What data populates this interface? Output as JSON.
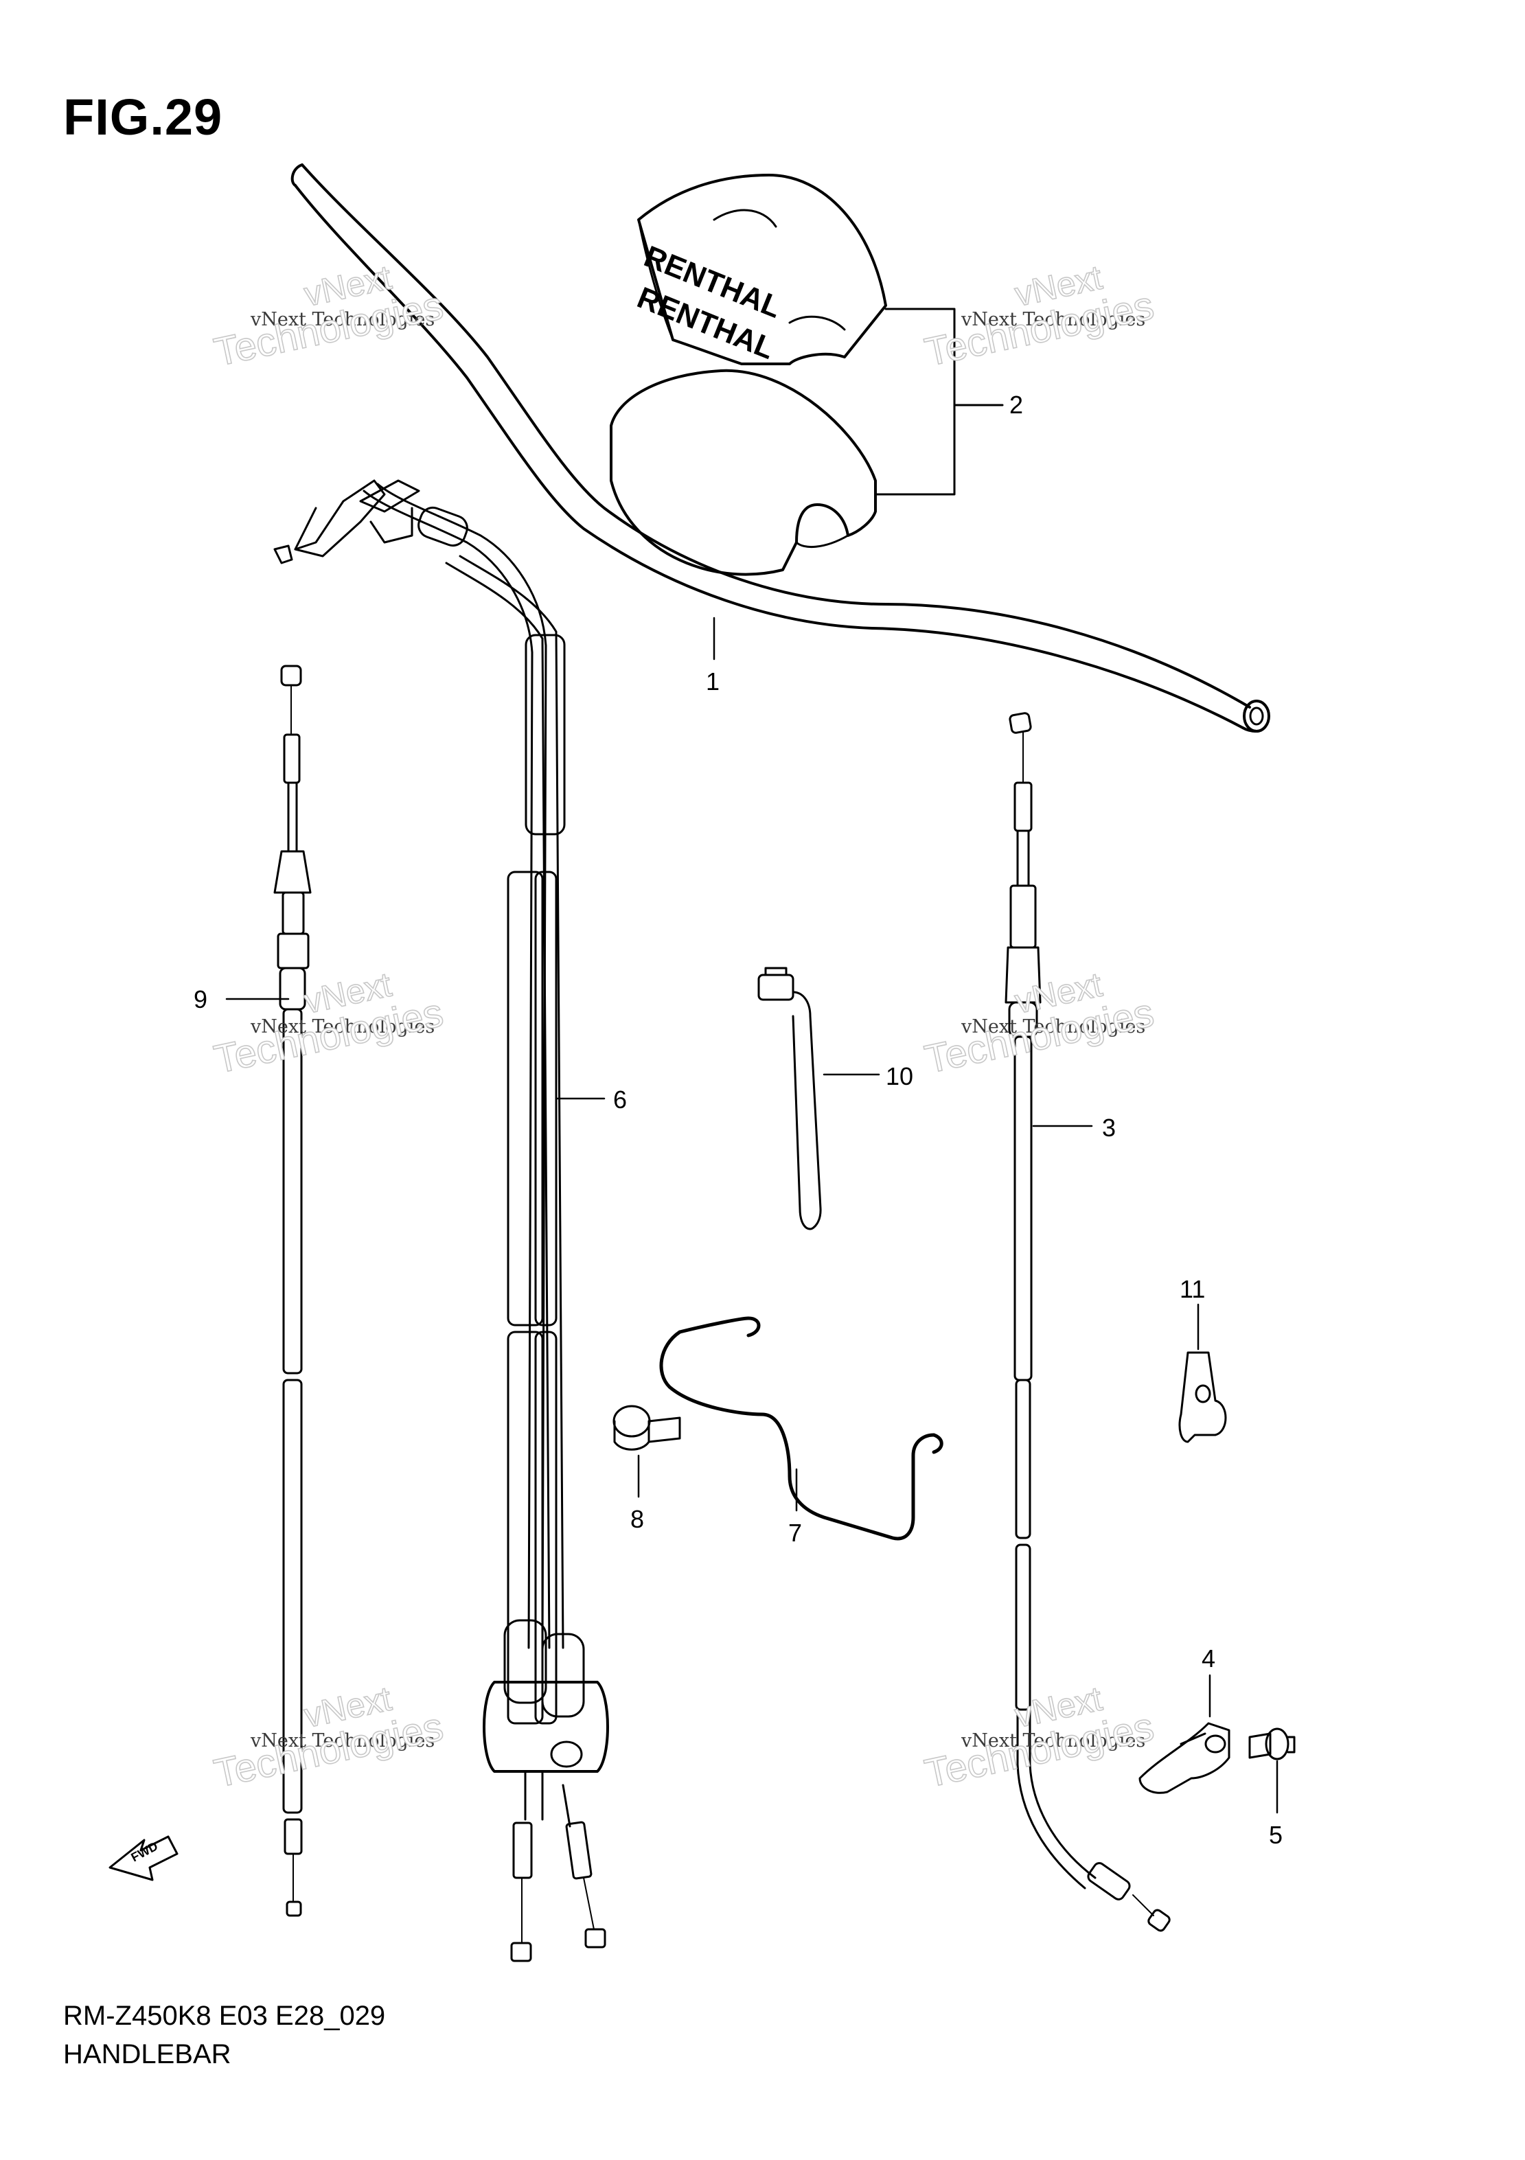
{
  "figure_title": "FIG.29",
  "footer": {
    "model_code": "RM-Z450K8 E03 E28_029",
    "section_name": "HANDLEBAR"
  },
  "watermark": {
    "line_top": "vNext",
    "line_small": "vNext Technologies",
    "line_big": "Technologies"
  },
  "bar_pad_brand": "RENTHAL",
  "fwd_label": "FWD",
  "callouts": [
    "1",
    "2",
    "3",
    "4",
    "5",
    "6",
    "7",
    "8",
    "9",
    "10",
    "11"
  ]
}
